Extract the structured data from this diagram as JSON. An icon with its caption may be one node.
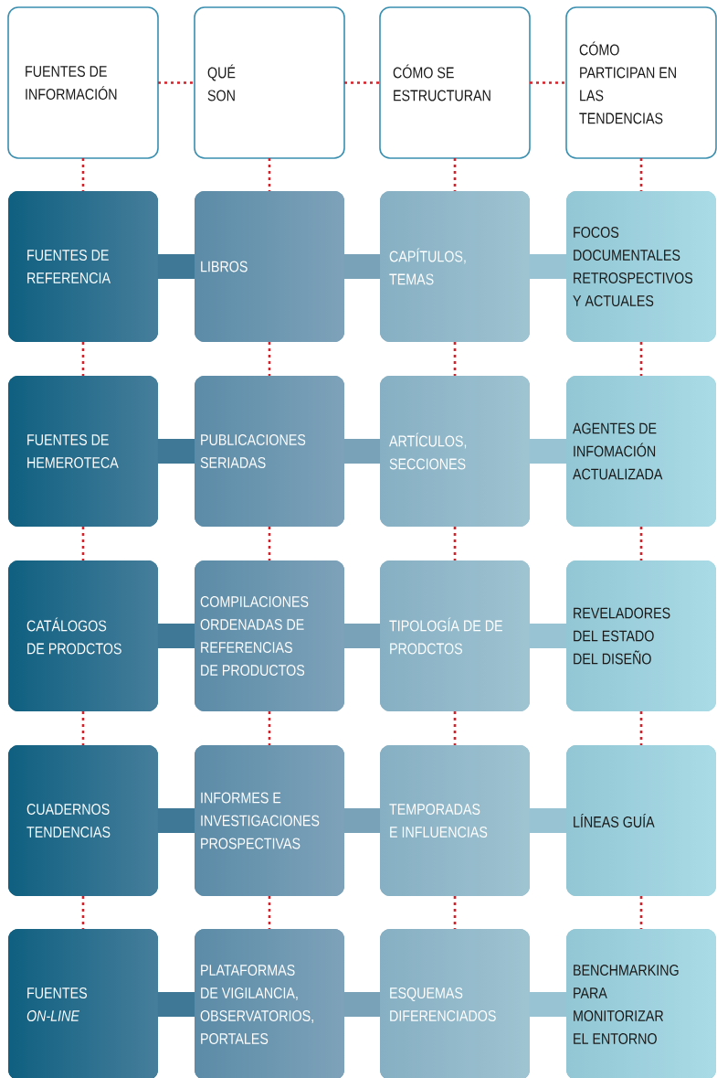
{
  "diagram": {
    "nodes": [
      {
        "text": [
          "FUENTES DE INFORMACIÓN"
        ]
      },
      {
        "text": [
          "QUÉ SON"
        ]
      },
      {
        "text": [
          "CÓMO SE ESTRUCTURAN"
        ]
      },
      {
        "text": [
          "CÓMO PARTICIPAN EN LAS TENDENCIAS"
        ]
      },
      {
        "text": [
          "FUENTES DE REFERENCIA"
        ]
      },
      {
        "text": [
          "LIBROS"
        ]
      },
      {
        "text": [
          "CAPÍTULOS, TEMAS"
        ]
      },
      {
        "text": [
          "FOCOS DOCUMENTALES RETROSPECTIVOS Y ACTUALES"
        ]
      },
      {
        "text": [
          "FUENTES DE HEMEROTECA"
        ]
      },
      {
        "text": [
          "PUBLICACIONES SERIADAS"
        ]
      },
      {
        "text": [
          "ARTÍCULOS, SECCIONES"
        ]
      },
      {
        "text": [
          "AGENTES DE INFOMACIÓN ACTUALIZADA"
        ]
      },
      {
        "text": [
          "CATÁLOGOS DE PRODCTOS"
        ]
      },
      {
        "text": [
          "COMPILACIONES ORDENADAS DE REFERENCIAS DE PRODUCTOS"
        ]
      },
      {
        "text": [
          "TIPOLOGÍA DE DE PRODCTOS"
        ]
      },
      {
        "text": [
          "REVELADORES DEL ESTADO DEL DISEÑO"
        ]
      },
      {
        "text": [
          "CUADERNOS TENDENCIAS"
        ]
      },
      {
        "text": [
          "INFORMES E INVESTIGACIONES PROSPECTIVAS"
        ]
      },
      {
        "text": [
          "TEMPORADAS E INFLUENCIAS"
        ]
      },
      {
        "text": [
          "LÍNEAS GUÍA"
        ]
      },
      {
        "text": [
          "FUENTES *ON-LINE*"
        ]
      },
      {
        "text": [
          "PLATAFORMAS DE VIGILANCIA, OBSERVATORIOS, PORTALES"
        ]
      },
      {
        "text": [
          "ESQUEMAS DIFERENCIADOS"
        ]
      },
      {
        "text": [
          "BENCHMARKING PARA MONITORIZAR EL ENTORNO"
        ]
      }
    ],
    "edges": [
      {
        "from": 0,
        "to": 1,
        "arrow": "none",
        "style": "dashed",
        "color": "#d3222a"
      },
      {
        "from": 1,
        "to": 2,
        "arrow": "none",
        "style": "dashed",
        "color": "#d3222a"
      },
      {
        "from": 2,
        "to": 3,
        "arrow": "none",
        "style": "dashed",
        "color": "#d3222a"
      },
      {
        "from": 0,
        "to": 4,
        "arrow": "none",
        "style": "dashed",
        "color": "#d3222a"
      },
      {
        "from": 1,
        "to": 5,
        "arrow": "none",
        "style": "dashed",
        "color": "#d3222a"
      },
      {
        "from": 2,
        "to": 6,
        "arrow": "none",
        "style": "dashed",
        "color": "#d3222a"
      },
      {
        "from": 3,
        "to": 7,
        "arrow": "none",
        "style": "dashed",
        "color": "#d3222a"
      },
      {
        "from": 4,
        "to": 5,
        "arrow": "none",
        "style": "thick",
        "color": "#3f7896"
      },
      {
        "from": 5,
        "to": 6,
        "arrow": "none",
        "style": "thick",
        "color": "#79a1b8"
      },
      {
        "from": 6,
        "to": 7,
        "arrow": "none",
        "style": "thick",
        "color": "#98c3d2"
      },
      {
        "from": 4,
        "to": 8,
        "arrow": "none",
        "style": "dashed",
        "color": "#d3222a"
      },
      {
        "from": 5,
        "to": 9,
        "arrow": "none",
        "style": "dashed",
        "color": "#d3222a"
      },
      {
        "from": 6,
        "to": 10,
        "arrow": "none",
        "style": "dashed",
        "color": "#d3222a"
      },
      {
        "from": 7,
        "to": 11,
        "arrow": "none",
        "style": "dashed",
        "color": "#d3222a"
      },
      {
        "from": 8,
        "to": 9,
        "arrow": "none",
        "style": "thick",
        "color": "#3f7896"
      },
      {
        "from": 9,
        "to": 10,
        "arrow": "none",
        "style": "thick",
        "color": "#79a1b8"
      },
      {
        "from": 10,
        "to": 11,
        "arrow": "none",
        "style": "thick",
        "color": "#98c3d2"
      },
      {
        "from": 8,
        "to": 12,
        "arrow": "none",
        "style": "dashed",
        "color": "#d3222a"
      },
      {
        "from": 9,
        "to": 13,
        "arrow": "none",
        "style": "dashed",
        "color": "#d3222a"
      },
      {
        "from": 10,
        "to": 14,
        "arrow": "none",
        "style": "dashed",
        "color": "#d3222a"
      },
      {
        "from": 11,
        "to": 15,
        "arrow": "none",
        "style": "dashed",
        "color": "#d3222a"
      },
      {
        "from": 12,
        "to": 13,
        "arrow": "none",
        "style": "thick",
        "color": "#3f7896"
      },
      {
        "from": 13,
        "to": 14,
        "arrow": "none",
        "style": "thick",
        "color": "#79a1b8"
      },
      {
        "from": 14,
        "to": 15,
        "arrow": "none",
        "style": "thick",
        "color": "#98c3d2"
      },
      {
        "from": 12,
        "to": 16,
        "arrow": "none",
        "style": "dashed",
        "color": "#d3222a"
      },
      {
        "from": 13,
        "to": 17,
        "arrow": "none",
        "style": "dashed",
        "color": "#d3222a"
      },
      {
        "from": 14,
        "to": 18,
        "arrow": "none",
        "style": "dashed",
        "color": "#d3222a"
      },
      {
        "from": 15,
        "to": 19,
        "arrow": "none",
        "style": "dashed",
        "color": "#d3222a"
      },
      {
        "from": 16,
        "to": 17,
        "arrow": "none",
        "style": "thick",
        "color": "#3f7896"
      },
      {
        "from": 17,
        "to": 18,
        "arrow": "none",
        "style": "thick",
        "color": "#79a1b8"
      },
      {
        "from": 18,
        "to": 19,
        "arrow": "none",
        "style": "thick",
        "color": "#98c3d2"
      },
      {
        "from": 16,
        "to": 20,
        "arrow": "none",
        "style": "dashed",
        "color": "#d3222a"
      },
      {
        "from": 17,
        "to": 21,
        "arrow": "none",
        "style": "dashed",
        "color": "#d3222a"
      },
      {
        "from": 18,
        "to": 22,
        "arrow": "none",
        "style": "dashed",
        "color": "#d3222a"
      },
      {
        "from": 19,
        "to": 23,
        "arrow": "none",
        "style": "dashed",
        "color": "#d3222a"
      },
      {
        "from": 20,
        "to": 21,
        "arrow": "none",
        "style": "thick",
        "color": "#3f7896"
      },
      {
        "from": 21,
        "to": 22,
        "arrow": "none",
        "style": "thick",
        "color": "#79a1b8"
      },
      {
        "from": 22,
        "to": 23,
        "arrow": "none",
        "style": "thick",
        "color": "#98c3d2"
      }
    ]
  }
}
